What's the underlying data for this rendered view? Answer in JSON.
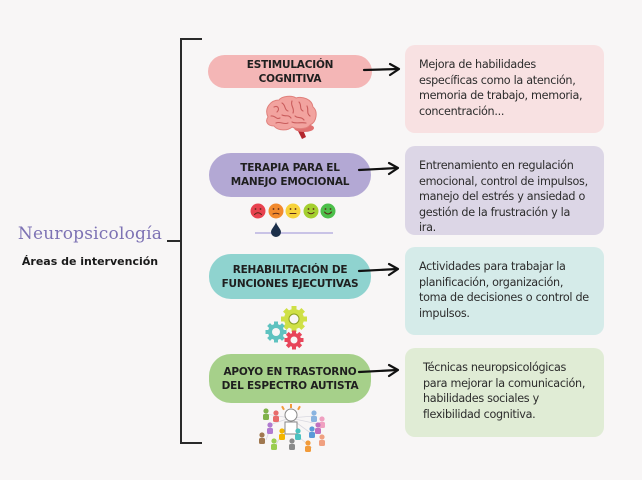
{
  "title": "Neuropsicología",
  "subtitle": "Áreas de intervención",
  "areas": [
    {
      "label": "ESTIMULACIÓN COGNITIVA",
      "color": "#f4b6b6",
      "box_color": "#f8e1e2",
      "icon": "brain-icon",
      "description": "Mejora de habilidades específicas como la atención, memoria de trabajo, memoria, concentración..."
    },
    {
      "label": "TERAPIA PARA EL MANEJO EMOCIONAL",
      "color": "#b3a8d4",
      "box_color": "#dcd6e6",
      "icon": "emotion-scale-icon",
      "description": "Entrenamiento en regulación emocional, control de impulsos, manejo del estrés y ansiedad o gestión de la frustración y la ira."
    },
    {
      "label": "REHABILITACIÓN DE FUNCIONES EJECUTIVAS",
      "color": "#8fd3cf",
      "box_color": "#d5ebe9",
      "icon": "gears-icon",
      "description": "Actividades para trabajar la planificación, organización, toma de decisiones o control de impulsos."
    },
    {
      "label": "APOYO EN TRASTORNO DEL ESPECTRO AUTISTA",
      "color": "#a6d08a",
      "box_color": "#e0ecd5",
      "icon": "social-network-icon",
      "description": "Técnicas neuropsicológicas para mejorar la comunicación, habilidades sociales y flexibilidad cognitiva."
    }
  ],
  "emotion_scale": {
    "faces": [
      "very-sad",
      "sad",
      "neutral",
      "happy",
      "very-happy"
    ],
    "face_colors": [
      "#e8424f",
      "#f28a2e",
      "#f7d23a",
      "#a4cf2f",
      "#4cbf4a"
    ],
    "selected_index": 1
  }
}
